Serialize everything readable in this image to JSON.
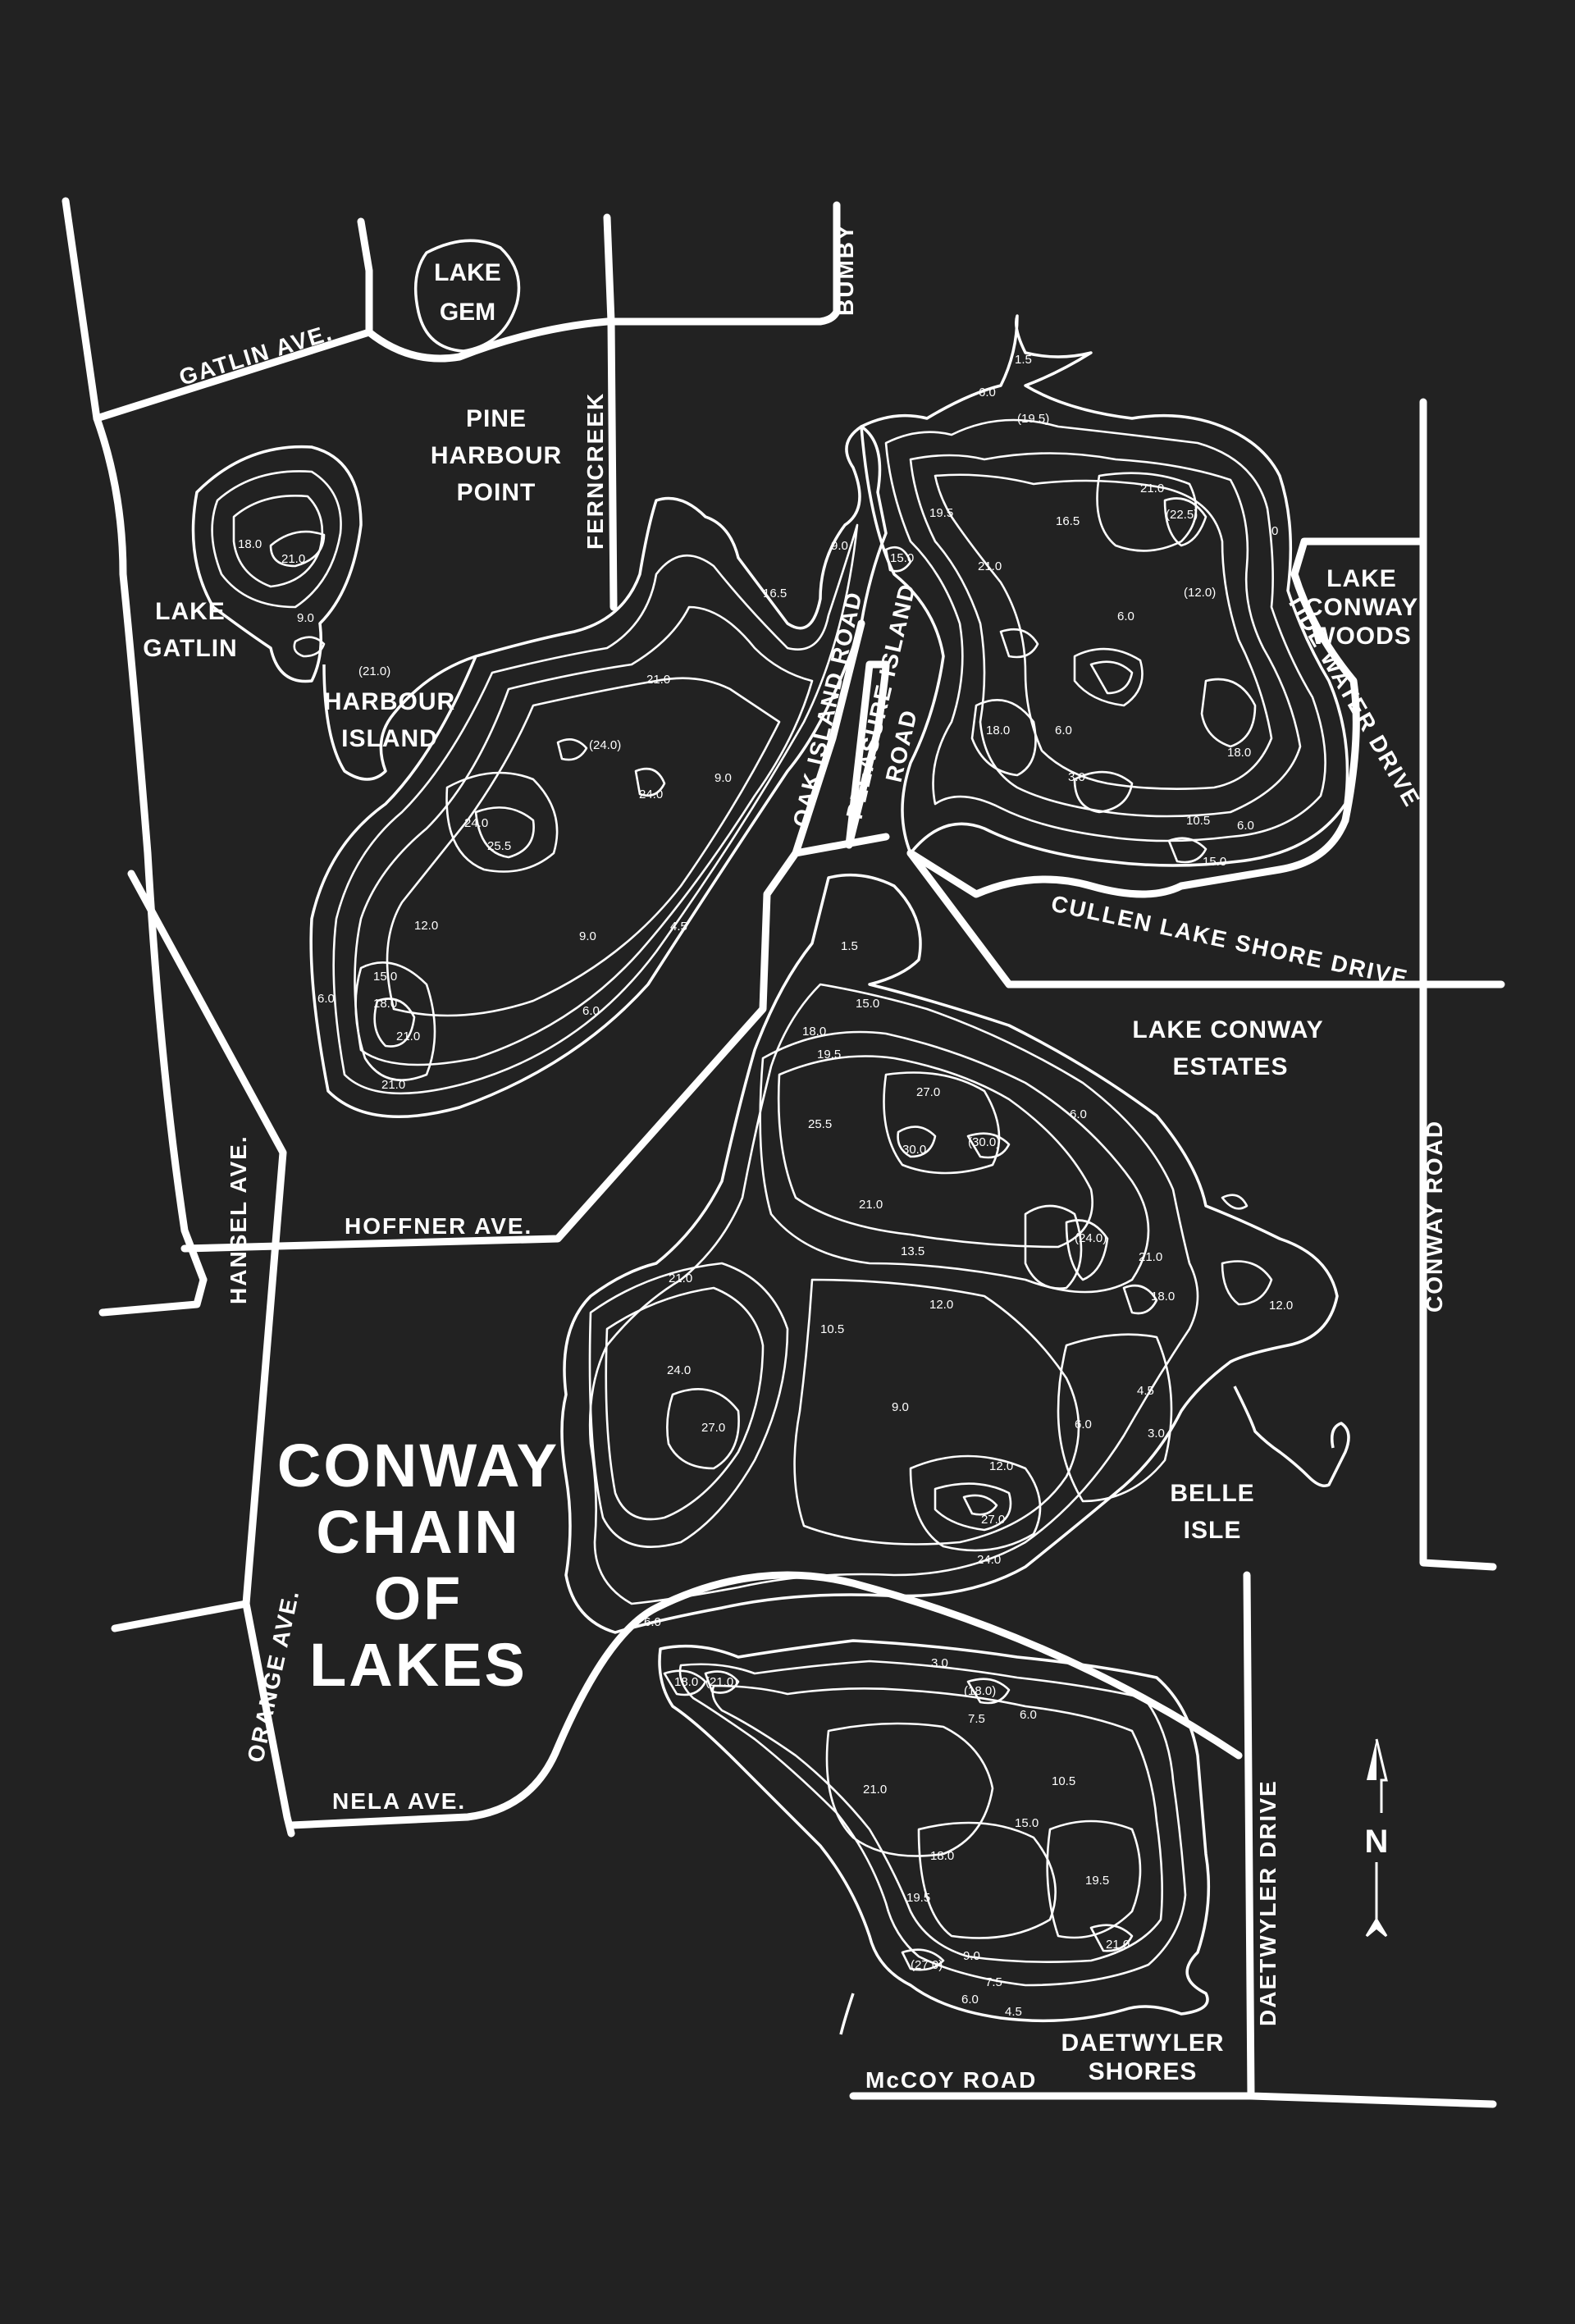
{
  "map": {
    "title": [
      "CONWAY",
      "CHAIN",
      "OF",
      "LAKES"
    ],
    "colors": {
      "background": "#222222",
      "lines": "#ffffff"
    },
    "north_arrow_label": "N",
    "roads": {
      "gatlin": "GATLIN AVE.",
      "bumby": "BUMBY",
      "ferncreek": "FERNCREEK",
      "oak_island": "OAK ISLAND ROAD",
      "pleasure_island": [
        "PLEASURE ISLAND",
        "ROAD"
      ],
      "tide_water": "TIDE WATER DRIVE",
      "cullen_lake_shore": "CULLEN LAKE SHORE DRIVE",
      "hoffner": "HOFFNER AVE.",
      "hansel": "HANSEL AVE.",
      "conway_road": "CONWAY ROAD",
      "orange": "ORANGE AVE.",
      "nela": "NELA AVE.",
      "mccoy": "McCOY ROAD",
      "daetwyler": "DAETWYLER DRIVE"
    },
    "areas": {
      "lake_gem": [
        "LAKE",
        "GEM"
      ],
      "pine_harbour_point": [
        "PINE",
        "HARBOUR",
        "POINT"
      ],
      "lake_gatlin": [
        "LAKE",
        "GATLIN"
      ],
      "harbour_island": [
        "HARBOUR",
        "ISLAND"
      ],
      "lake_conway_woods": [
        "LAKE",
        "CONWAY",
        "WOODS"
      ],
      "lake_conway_estates": [
        "LAKE CONWAY",
        "ESTATES"
      ],
      "belle_isle": [
        "BELLE",
        "ISLE"
      ],
      "daetwyler_shores": [
        "DAETWYLER",
        "SHORES"
      ]
    },
    "depths": {
      "gatlin": [
        "18.0",
        "21.0",
        "9.0",
        "(21.0)"
      ],
      "west": [
        "16.5",
        "21.0",
        "(24.0)",
        "24.0",
        "24.0",
        "25.5",
        "9.0",
        "9.0",
        "12.0",
        "15.0",
        "18.0",
        "6.0",
        "21.0",
        "21.0",
        "4.5",
        "6.0",
        "9.0"
      ],
      "northeast": [
        "1.5",
        "6.0",
        "(19.5)",
        "21.0",
        "19.5",
        "16.5",
        "(22.5)",
        "0",
        "15.0",
        "21.0",
        "(12.0)",
        "6.0",
        "18.0",
        "6.0",
        "3.0",
        "18.0",
        "10.5",
        "6.0",
        "15.0"
      ],
      "channel": [
        "1.5"
      ],
      "central": [
        "15.0",
        "18.0",
        "19.5",
        "27.0",
        "25.5",
        "30.0",
        "(30.0)",
        "6.0",
        "21.0",
        "(24.0)",
        "21.0",
        "13.5",
        "12.0",
        "18.0",
        "12.0",
        "21.0",
        "10.5",
        "24.0",
        "27.0",
        "9.0",
        "6.0",
        "4.5",
        "3.0",
        "12.0",
        "27.0",
        "24.0",
        "6.0"
      ],
      "south": [
        "18.0",
        "(21.0)",
        "3.0",
        "(18.0)",
        "7.5",
        "6.0",
        "21.0",
        "10.5",
        "15.0",
        "18.0",
        "19.5",
        "19.5",
        "21.0",
        "(27.0)",
        "9.0",
        "7.5",
        "6.0",
        "4.5"
      ]
    }
  }
}
